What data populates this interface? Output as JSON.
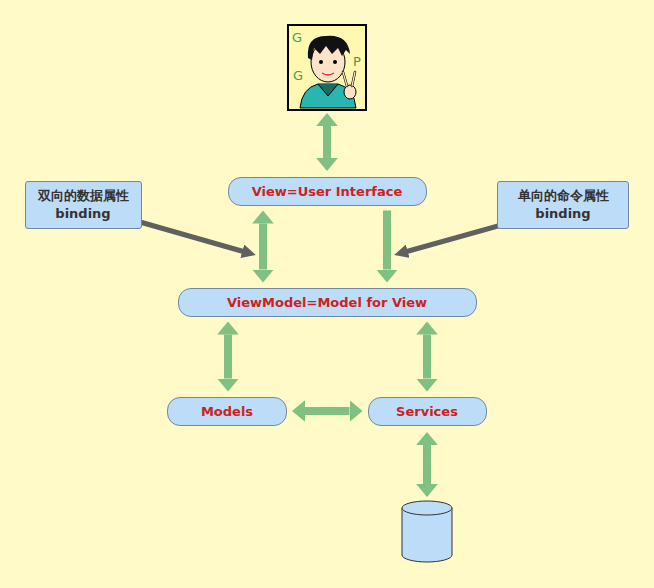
{
  "diagram": {
    "nodes": [
      {
        "text": [
          "View=User Interface"
        ]
      },
      {
        "text": [
          "ViewModel=Model for View"
        ]
      },
      {
        "text": [
          "Models"
        ]
      },
      {
        "text": [
          "Services"
        ]
      },
      {
        "text": [
          "双向的数据属性 binding"
        ]
      },
      {
        "text": [
          "单向的命令属性 binding"
        ]
      }
    ],
    "edges": [
      {
        "from": 0,
        "to": 1,
        "arrow": "both"
      },
      {
        "from": 0,
        "to": 1,
        "arrow": "to"
      },
      {
        "from": 1,
        "to": 2,
        "arrow": "both"
      },
      {
        "from": 1,
        "to": 3,
        "arrow": "both"
      },
      {
        "from": 2,
        "to": 3,
        "arrow": "both"
      }
    ],
    "labels": [
      "G",
      "P",
      "G"
    ]
  }
}
